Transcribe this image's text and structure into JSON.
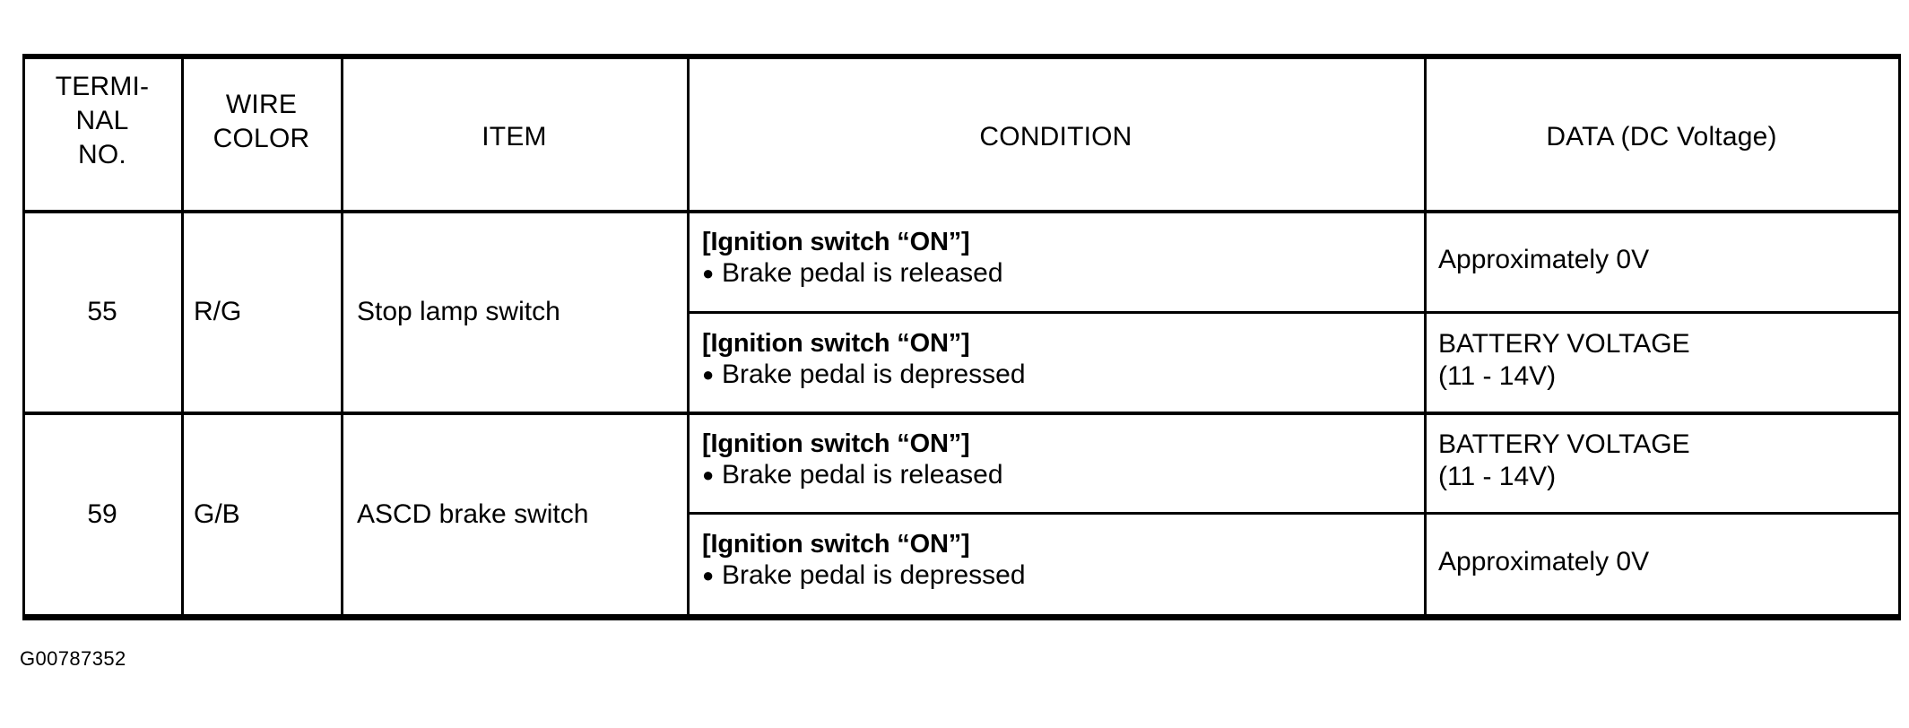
{
  "table": {
    "headers": [
      {
        "key": "terminal_no",
        "label_lines": [
          "TERMI-",
          "NAL",
          "NO."
        ]
      },
      {
        "key": "wire_color",
        "label_lines": [
          "WIRE",
          "COLOR"
        ]
      },
      {
        "key": "item",
        "label_lines": [
          "ITEM"
        ]
      },
      {
        "key": "condition",
        "label_lines": [
          "CONDITION"
        ]
      },
      {
        "key": "data",
        "label_lines": [
          "DATA (DC Voltage)"
        ]
      }
    ],
    "rows": [
      {
        "terminal_no": "55",
        "wire_color": "R/G",
        "item": "Stop lamp switch",
        "sub_rows": [
          {
            "condition_title": "[Ignition switch “ON”]",
            "condition_bullet": "Brake pedal is released",
            "data_lines": [
              "Approximately 0V"
            ]
          },
          {
            "condition_title": "[Ignition switch “ON”]",
            "condition_bullet": "Brake pedal is depressed",
            "data_lines": [
              "BATTERY VOLTAGE",
              "(11 - 14V)"
            ]
          }
        ]
      },
      {
        "terminal_no": "59",
        "wire_color": "G/B",
        "item": "ASCD brake switch",
        "sub_rows": [
          {
            "condition_title": "[Ignition switch “ON”]",
            "condition_bullet": "Brake pedal is released",
            "data_lines": [
              "BATTERY VOLTAGE",
              "(11 - 14V)"
            ]
          },
          {
            "condition_title": "[Ignition switch “ON”]",
            "condition_bullet": "Brake pedal is depressed",
            "data_lines": [
              "Approximately 0V"
            ]
          }
        ]
      }
    ]
  },
  "footer": {
    "figure_code": "G00787352"
  },
  "bullet_glyph": "●",
  "colors": {
    "ink": "#000000",
    "paper": "#ffffff"
  }
}
